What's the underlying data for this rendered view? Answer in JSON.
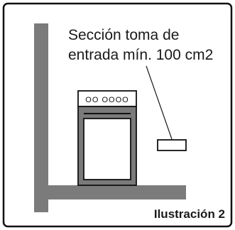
{
  "callout": {
    "line1": "Sección toma de",
    "line2": "entrada mín. 100 cm2"
  },
  "caption": "Ilustración 2",
  "stove": {
    "panel_text": "OO OOOO"
  },
  "colors": {
    "wall": "#7b7b7b",
    "border": "#111111",
    "stove_body": "#7a7a7a",
    "stove_oven": "#ffffff",
    "line": "#1a1a1a"
  }
}
